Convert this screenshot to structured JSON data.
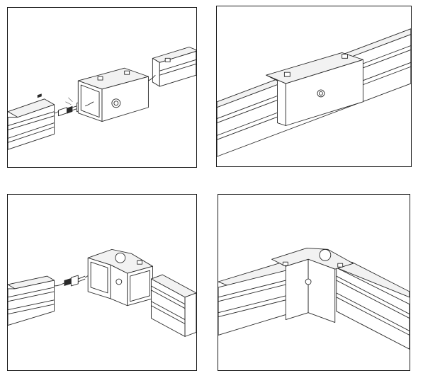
{
  "panels": [
    {
      "id": "p1",
      "step": "straight-joint-connect-cable"
    },
    {
      "id": "p2",
      "step": "straight-joint-assembled"
    },
    {
      "id": "p3",
      "step": "corner-joint-connect-cable"
    },
    {
      "id": "p4",
      "step": "corner-joint-assembled"
    }
  ]
}
